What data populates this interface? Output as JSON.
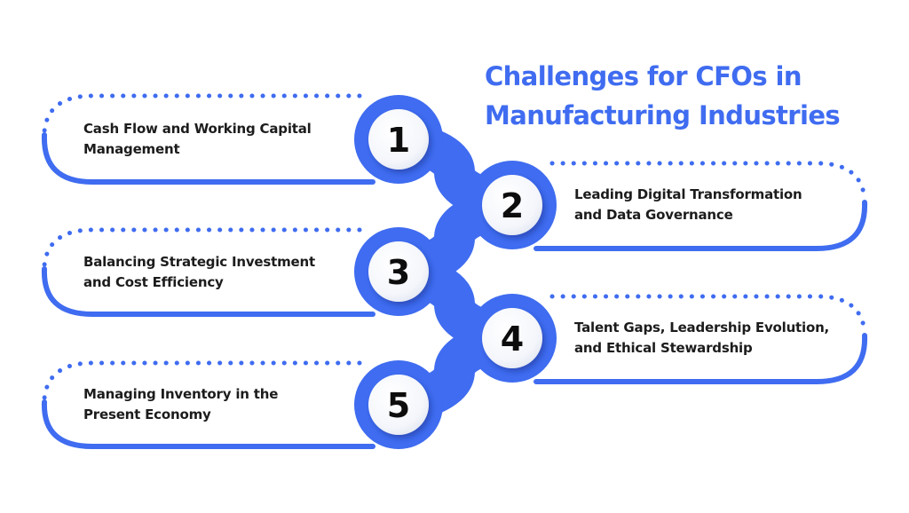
{
  "title": {
    "line1": "Challenges for CFOs in",
    "line2": "Manufacturing Industries"
  },
  "colors": {
    "accent": "#3f6cf0",
    "accent_dark": "#2d4fc4",
    "text": "#1c1c1c",
    "background": "#ffffff"
  },
  "items": [
    {
      "number": "1",
      "line1": "Cash Flow and Working Capital",
      "line2": "Management"
    },
    {
      "number": "2",
      "line1": "Leading Digital Transformation",
      "line2": "and Data Governance"
    },
    {
      "number": "3",
      "line1": "Balancing Strategic Investment",
      "line2": "and Cost Efficiency"
    },
    {
      "number": "4",
      "line1": "Talent Gaps, Leadership Evolution,",
      "line2": "and Ethical Stewardship"
    },
    {
      "number": "5",
      "line1": "Managing Inventory in the",
      "line2": "Present Economy"
    }
  ]
}
